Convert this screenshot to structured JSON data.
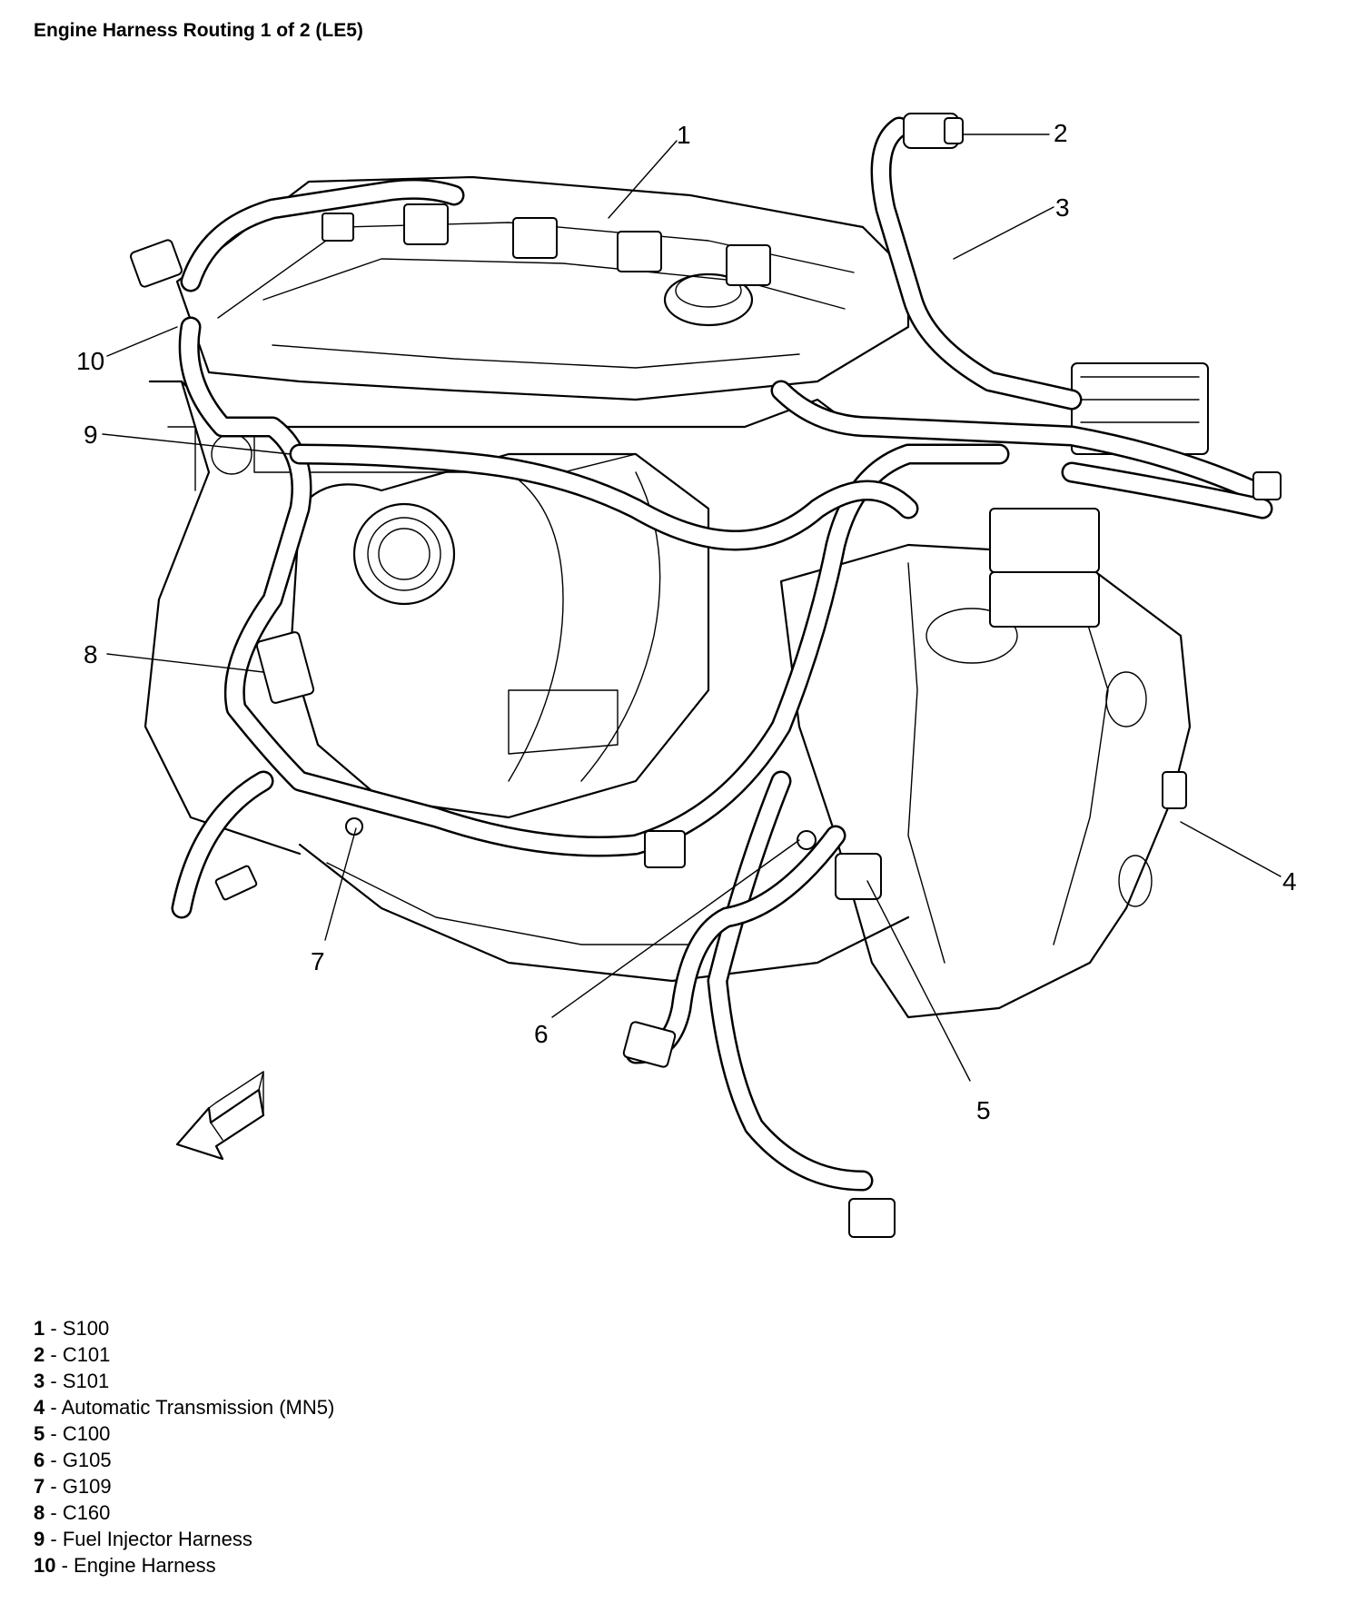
{
  "title": "Engine Harness Routing 1 of 2 (LE5)",
  "callouts": [
    "1",
    "2",
    "3",
    "4",
    "5",
    "6",
    "7",
    "8",
    "9",
    "10"
  ],
  "legend": [
    {
      "num": "1",
      "sep": " - ",
      "label": "S100"
    },
    {
      "num": "2",
      "sep": " - ",
      "label": "C101"
    },
    {
      "num": "3",
      "sep": " - ",
      "label": "S101"
    },
    {
      "num": "4",
      "sep": " - ",
      "label": "Automatic Transmission (MN5)"
    },
    {
      "num": "5",
      "sep": " - ",
      "label": "C100"
    },
    {
      "num": "6",
      "sep": " - ",
      "label": "G105"
    },
    {
      "num": "7",
      "sep": " - ",
      "label": "G109"
    },
    {
      "num": "8",
      "sep": " - ",
      "label": "C160"
    },
    {
      "num": "9",
      "sep": " - ",
      "label": "Fuel Injector Harness"
    },
    {
      "num": "10",
      "sep": " - ",
      "label": "Engine Harness"
    }
  ],
  "icons": [
    "front-arrow-icon"
  ]
}
